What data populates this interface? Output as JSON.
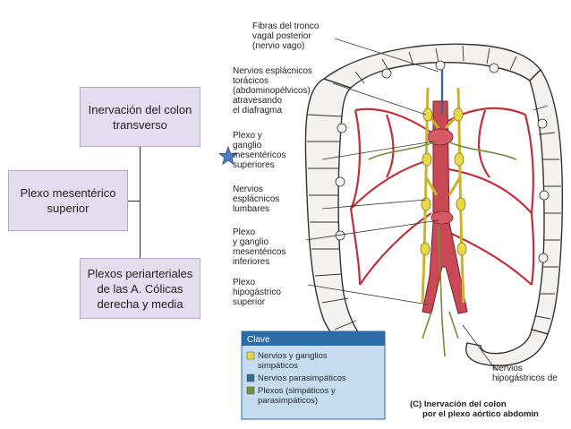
{
  "boxes": {
    "top": "Inervación del colon transverso",
    "left": "Plexo mesentérico superior",
    "bottom": "Plexos periarteriales de las A. Cólicas derecha y media"
  },
  "figure": {
    "labels": {
      "fibras_1": "Fibras del tronco",
      "fibras_2": "vagal posterior",
      "fibras_3": "(nervio vago)",
      "espl_t_1": "Nervios esplácnicos",
      "espl_t_2": "torácicos",
      "espl_t_3": "(abdominopélvicos)",
      "espl_t_4": "atravesando",
      "espl_t_5": "el diafragma",
      "plexo_sup_1": "Plexo y",
      "plexo_sup_2": "ganglio",
      "plexo_sup_3": "mesentéricos",
      "plexo_sup_4": "superiores",
      "espl_l_1": "Nervios",
      "espl_l_2": "esplácnicos",
      "espl_l_3": "lumbares",
      "plexo_inf_1": "Plexo",
      "plexo_inf_2": "y ganglio",
      "plexo_inf_3": "mesentéricos",
      "plexo_inf_4": "inferiores",
      "hipo_1": "Plexo",
      "hipo_2": "hipogástrico",
      "hipo_3": "superior",
      "hipo_nerv_1": "Nervios",
      "hipo_nerv_2": "hipogástricos de",
      "caption_1": "(C) Inervación del colon",
      "caption_2": "por el plexo aórtico abdomin"
    },
    "key": {
      "title": "Clave",
      "item1_1": "Nervios y ganglios",
      "item1_2": "simpáticos",
      "item2": "Nervios parasimpáticos",
      "item3_1": "Plexos (simpáticos y",
      "item3_2": "parasimpáticos)"
    }
  },
  "colors": {
    "box_fill": "#e4dcef",
    "box_border": "#b6a7cf",
    "artery": "#c0303a",
    "sympathetic": "#e8d84a",
    "parasympathetic": "#2f6f8f",
    "plexus": "#6f8f3a",
    "key_header": "#2d6ca8",
    "key_bg": "#c6dcef",
    "star": "#4e79c4"
  }
}
